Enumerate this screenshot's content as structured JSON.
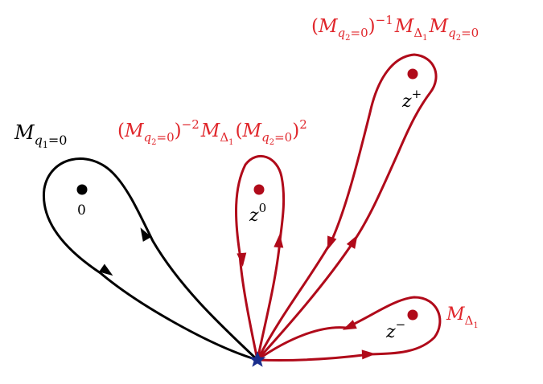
{
  "colors": {
    "black_loop": "#000000",
    "red_loop": "#b00a1a",
    "red_label": "#e0262b",
    "point_black": "#000000",
    "point_red": "#b00a1a",
    "basepoint": "#1a2d8c"
  },
  "points": {
    "origin": {
      "label": "0",
      "color_key": "point_black"
    },
    "z_zero": {
      "label_base": "z",
      "label_sup": "0",
      "color_key": "point_red"
    },
    "z_plus": {
      "label_base": "z",
      "label_sup": "+",
      "color_key": "point_red"
    },
    "z_minus": {
      "label_base": "z",
      "label_sup": "−",
      "color_key": "point_red"
    }
  },
  "basepoint": {
    "icon": "star-icon"
  },
  "loops": {
    "black": {
      "M": "M",
      "sub_q": "q",
      "sub_q_sub": "1",
      "sub_eq": "=0"
    },
    "z0": {
      "lp1": "(",
      "M1": "M",
      "M1_sub_q": "q",
      "M1_sub_q_sub": "2",
      "M1_sub_eq": "=0",
      "rp1": ")",
      "exp1": "−2",
      "M2": "M",
      "M2_sub": "Δ",
      "M2_sub_sub": "1",
      "lp2": "(",
      "M3": "M",
      "M3_sub_q": "q",
      "M3_sub_q_sub": "2",
      "M3_sub_eq": "=0",
      "rp2": ")",
      "exp2": "2"
    },
    "zplus": {
      "lp1": "(",
      "M1": "M",
      "M1_sub_q": "q",
      "M1_sub_q_sub": "2",
      "M1_sub_eq": "=0",
      "rp1": ")",
      "exp1": "−1",
      "M2": "M",
      "M2_sub": "Δ",
      "M2_sub_sub": "1",
      "M3": "M",
      "M3_sub_q": "q",
      "M3_sub_q_sub": "2",
      "M3_sub_eq": "=0"
    },
    "zminus": {
      "M": "M",
      "sub": "Δ",
      "sub_sub": "1"
    }
  }
}
